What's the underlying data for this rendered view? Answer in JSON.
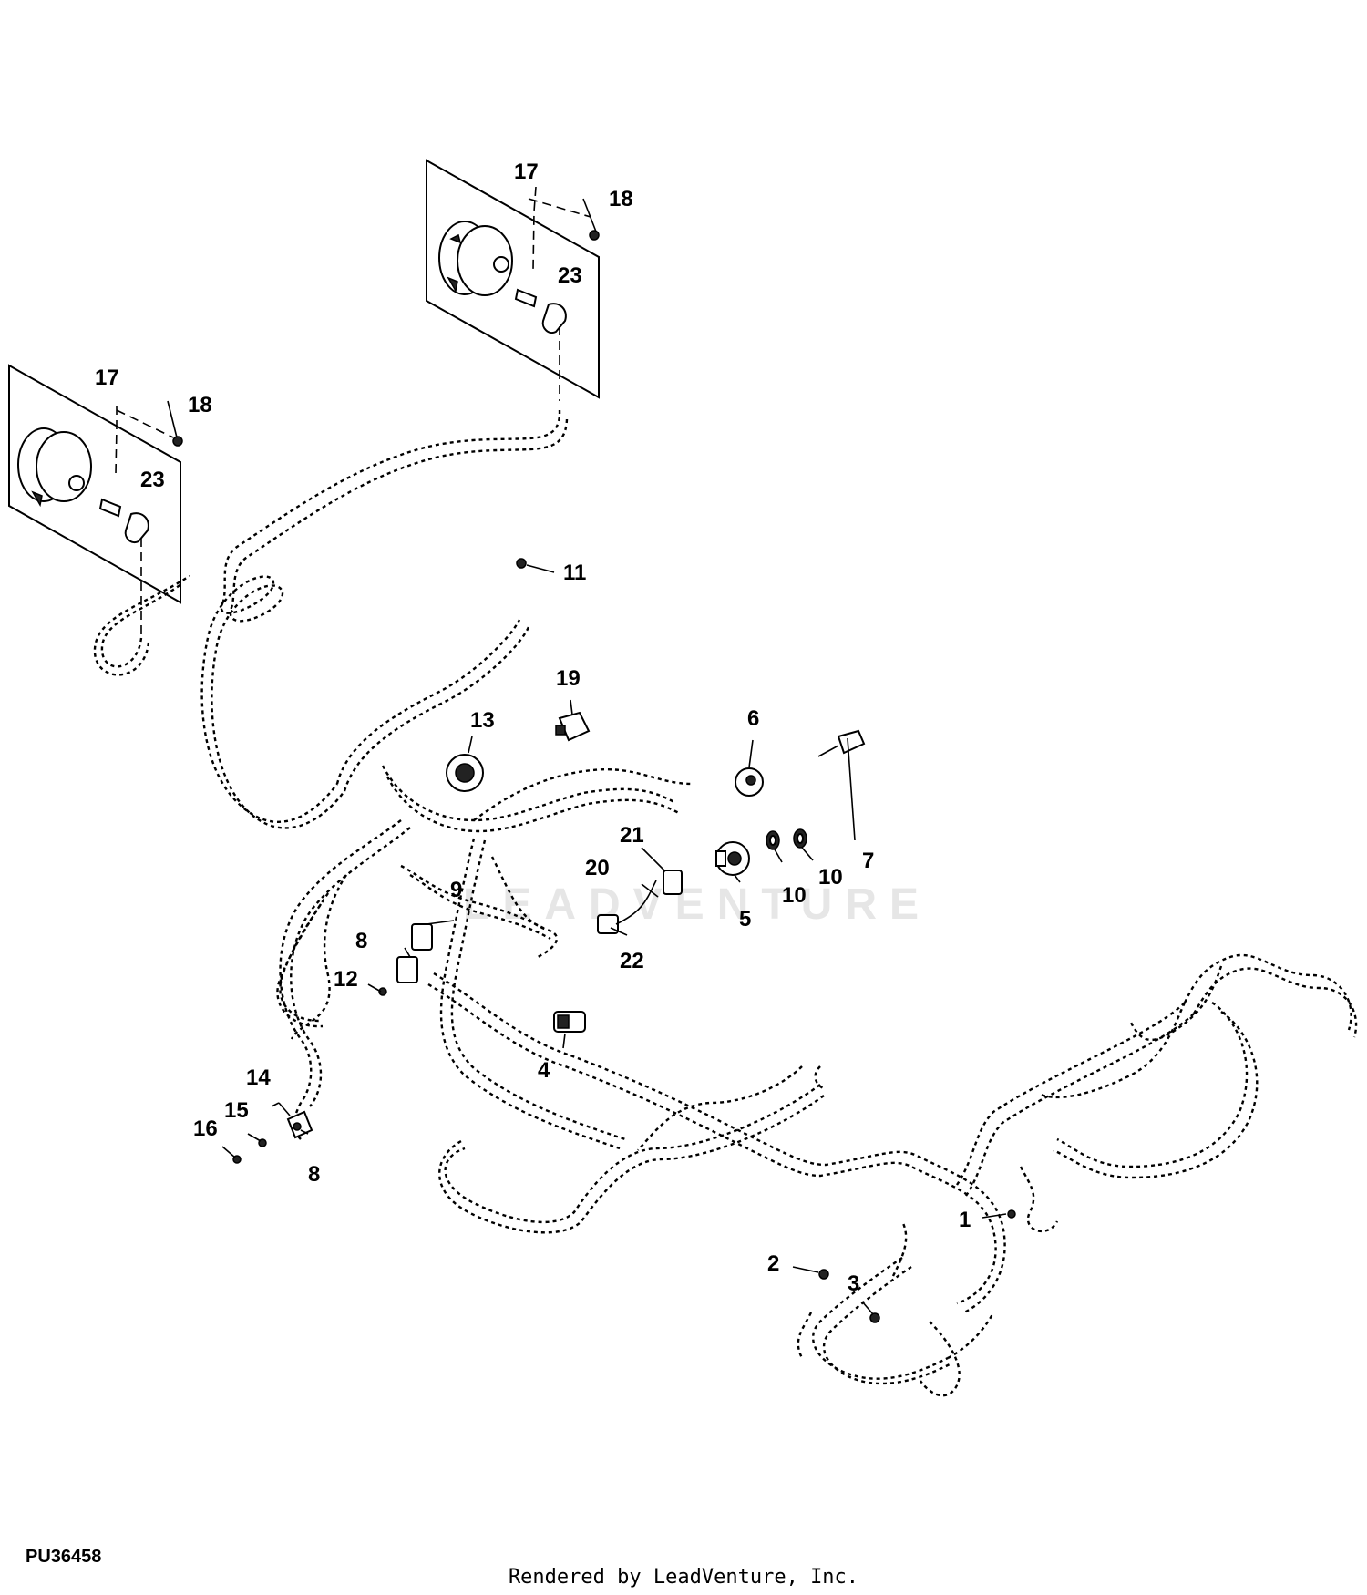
{
  "figure_id": "PU36458",
  "render_credit": "Rendered by LeadVenture, Inc.",
  "watermark": "LEADVENTURE",
  "callouts": {
    "c1": "1",
    "c2": "2",
    "c3": "3",
    "c4": "4",
    "c5": "5",
    "c6": "6",
    "c7": "7",
    "c8a": "8",
    "c8b": "8",
    "c9": "9",
    "c10a": "10",
    "c10b": "10",
    "c11": "11",
    "c12": "12",
    "c13": "13",
    "c14": "14",
    "c15": "15",
    "c16": "16",
    "c17a": "17",
    "c17b": "17",
    "c18a": "18",
    "c18b": "18",
    "c19": "19",
    "c20": "20",
    "c21": "21",
    "c22": "22",
    "c23a": "23",
    "c23b": "23"
  }
}
